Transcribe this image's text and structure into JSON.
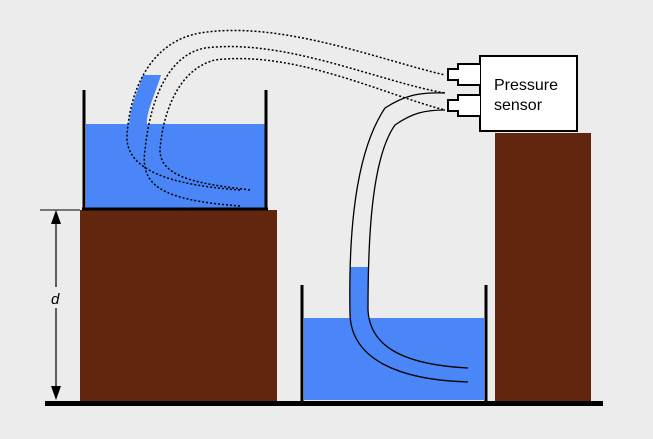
{
  "diagram": {
    "sensor_label_line1": "Pressure",
    "sensor_label_line2": "sensor",
    "dimension_label": "d"
  },
  "colors": {
    "background": "#ececec",
    "water": "#4a86f7",
    "block": "#62250e",
    "outline": "#000000",
    "sensor_fill": "#ffffff"
  }
}
